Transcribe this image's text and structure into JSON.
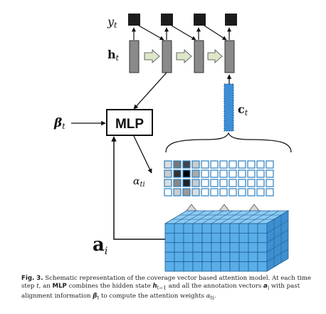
{
  "labels": {
    "y": "y",
    "y_sub": "t",
    "h": "h",
    "h_sub": "t",
    "c": "c",
    "c_sub": "t",
    "beta": "β",
    "beta_sub": "t",
    "mlp": "MLP",
    "alpha": "α",
    "alpha_sub": "ti",
    "a": "a",
    "a_sub": "i"
  },
  "caption": {
    "fig": "Fig. 3.",
    "t1": " Schematic representation of the coverage vector based attention model. At each time step ",
    "t": "t",
    "t2": ", an ",
    "mlp": "MLP",
    "t3": " combines the hidden state ",
    "h": "h",
    "hsub": "t−1",
    "t4": " and all the annotation vectors ",
    "a": "a",
    "asub": "i",
    "t5": " with past alignment information ",
    "beta": "β",
    "betasub": "t",
    "t6": " to compute the attention weights ",
    "alpha": "α",
    "alphasub": "ti",
    "t7": "."
  },
  "colors": {
    "dark_node": "#1c1c1c",
    "hidden_state": "#8a8a8a",
    "context_vector": "#3b8fd6",
    "arrow_fill": "#dde6c8",
    "grid_cell_outline": "#2a7fc0",
    "annotation_block": "#5aaee8"
  },
  "attention_grid": {
    "rows": 4,
    "cols": 12,
    "shades": [
      [
        "#dddddd",
        "#777777",
        "#444444",
        "#cccccc",
        "#ffffff",
        "#ffffff",
        "#ffffff",
        "#ffffff",
        "#ffffff",
        "#ffffff",
        "#ffffff",
        "#ffffff"
      ],
      [
        "#cccccc",
        "#333333",
        "#000000",
        "#aaaaaa",
        "#ffffff",
        "#ffffff",
        "#ffffff",
        "#ffffff",
        "#ffffff",
        "#ffffff",
        "#ffffff",
        "#ffffff"
      ],
      [
        "#dddddd",
        "#888888",
        "#222222",
        "#cccccc",
        "#ffffff",
        "#ffffff",
        "#ffffff",
        "#ffffff",
        "#ffffff",
        "#ffffff",
        "#ffffff",
        "#ffffff"
      ],
      [
        "#ffffff",
        "#cccccc",
        "#999999",
        "#dddddd",
        "#ffffff",
        "#ffffff",
        "#ffffff",
        "#ffffff",
        "#ffffff",
        "#ffffff",
        "#ffffff",
        "#ffffff"
      ]
    ]
  },
  "annotation_block": {
    "rows": 5,
    "cols": 11,
    "depth_layers": 3
  },
  "decoder_steps": 4
}
